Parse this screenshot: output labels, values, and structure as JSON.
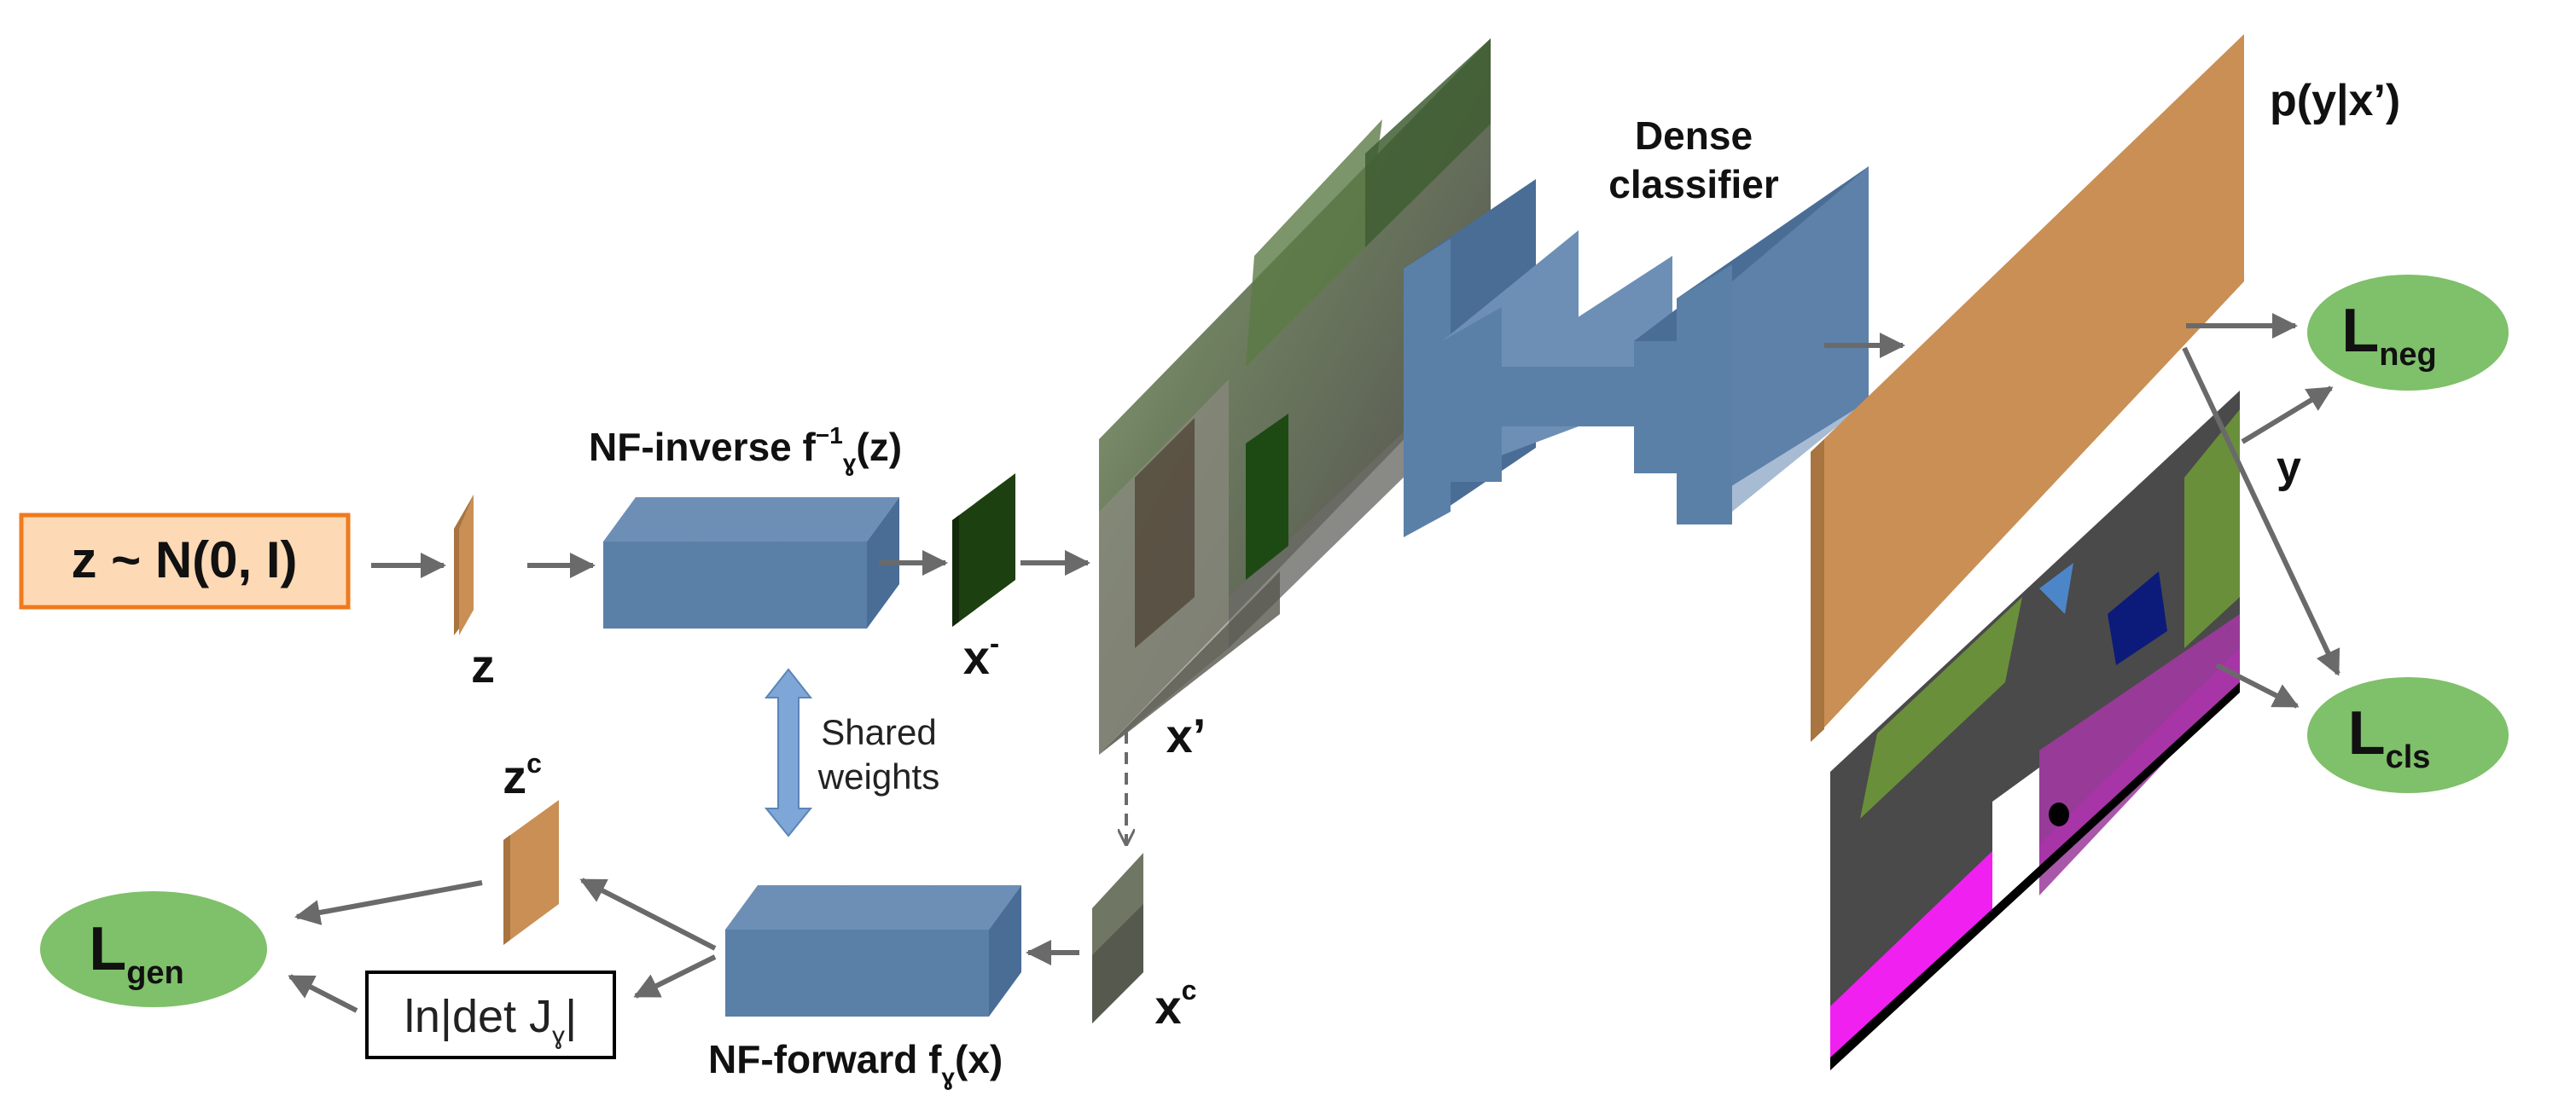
{
  "source_box": {
    "label": "z ~ N(0, I)",
    "fill": "#fdd9b5",
    "stroke": "#f07a1e"
  },
  "z_label": {
    "text": "z"
  },
  "nf_inverse": {
    "title_prefix": "NF-inverse f",
    "sup": "−1",
    "sub": "ɣ",
    "suffix": "(z)"
  },
  "x_minus": {
    "base": "x",
    "sup": "-"
  },
  "x_prime": {
    "text": "x’"
  },
  "shared": {
    "line1": "Shared",
    "line2": "weights"
  },
  "dense": {
    "line1": "Dense",
    "line2": "classifier"
  },
  "output": {
    "label": "p(y|x’)"
  },
  "y_label": {
    "text": "y"
  },
  "loss_neg": {
    "base": "L",
    "sub": "neg"
  },
  "loss_cls": {
    "base": "L",
    "sub": "cls"
  },
  "loss_gen": {
    "base": "L",
    "sub": "gen"
  },
  "zc": {
    "base": "z",
    "sup": "c"
  },
  "xc": {
    "base": "x",
    "sup": "c"
  },
  "logdet": {
    "prefix": "ln|det J",
    "sub": "ɣ",
    "suffix": "|"
  },
  "nf_forward": {
    "title_prefix": "NF-forward f",
    "sub": "ɣ",
    "suffix": "(x)"
  },
  "colors": {
    "block_blue": "#5b80a8",
    "block_blue_dark": "#3f5f86",
    "tensor_orange": "#c98f55",
    "loss_green": "#7fc06a",
    "shared_arrow": "#7ea6d6",
    "dark_green": "#1d4010",
    "seg_magenta": "#f020f0",
    "seg_purple": "#8b3d8c"
  }
}
